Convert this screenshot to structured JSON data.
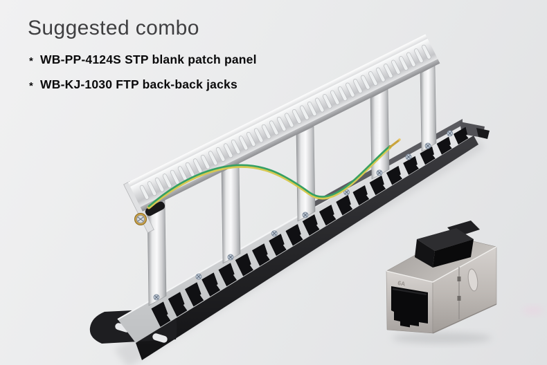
{
  "header": {
    "title": "Suggested combo",
    "items": [
      {
        "bullet": "*",
        "text": "WB-PP-4124S STP blank patch panel"
      },
      {
        "bullet": "*",
        "text": "WB-KJ-1030 FTP back-back jacks"
      }
    ]
  },
  "figures": {
    "patch_panel": {
      "label": "stp-blank-patch-panel-photo",
      "bar_slots": 38,
      "ports_visible": 19,
      "wire_yellow": "#d6c952",
      "wire_green": "#35a065"
    },
    "coupler": {
      "label": "ftp-keystone-coupler-photo",
      "marking": "6A"
    }
  },
  "colors": {
    "background_light": "#f1f1f2",
    "background_dark": "#e0e1e3",
    "title_text": "#3f3f41",
    "item_text": "#0a0a0b",
    "bar_metal": "#dcdddf",
    "panel_face_metal": "#c9cacc",
    "panel_black": "#17171a",
    "coupler_metal": "#c6c2be",
    "latch_black": "#1d1d1f"
  }
}
